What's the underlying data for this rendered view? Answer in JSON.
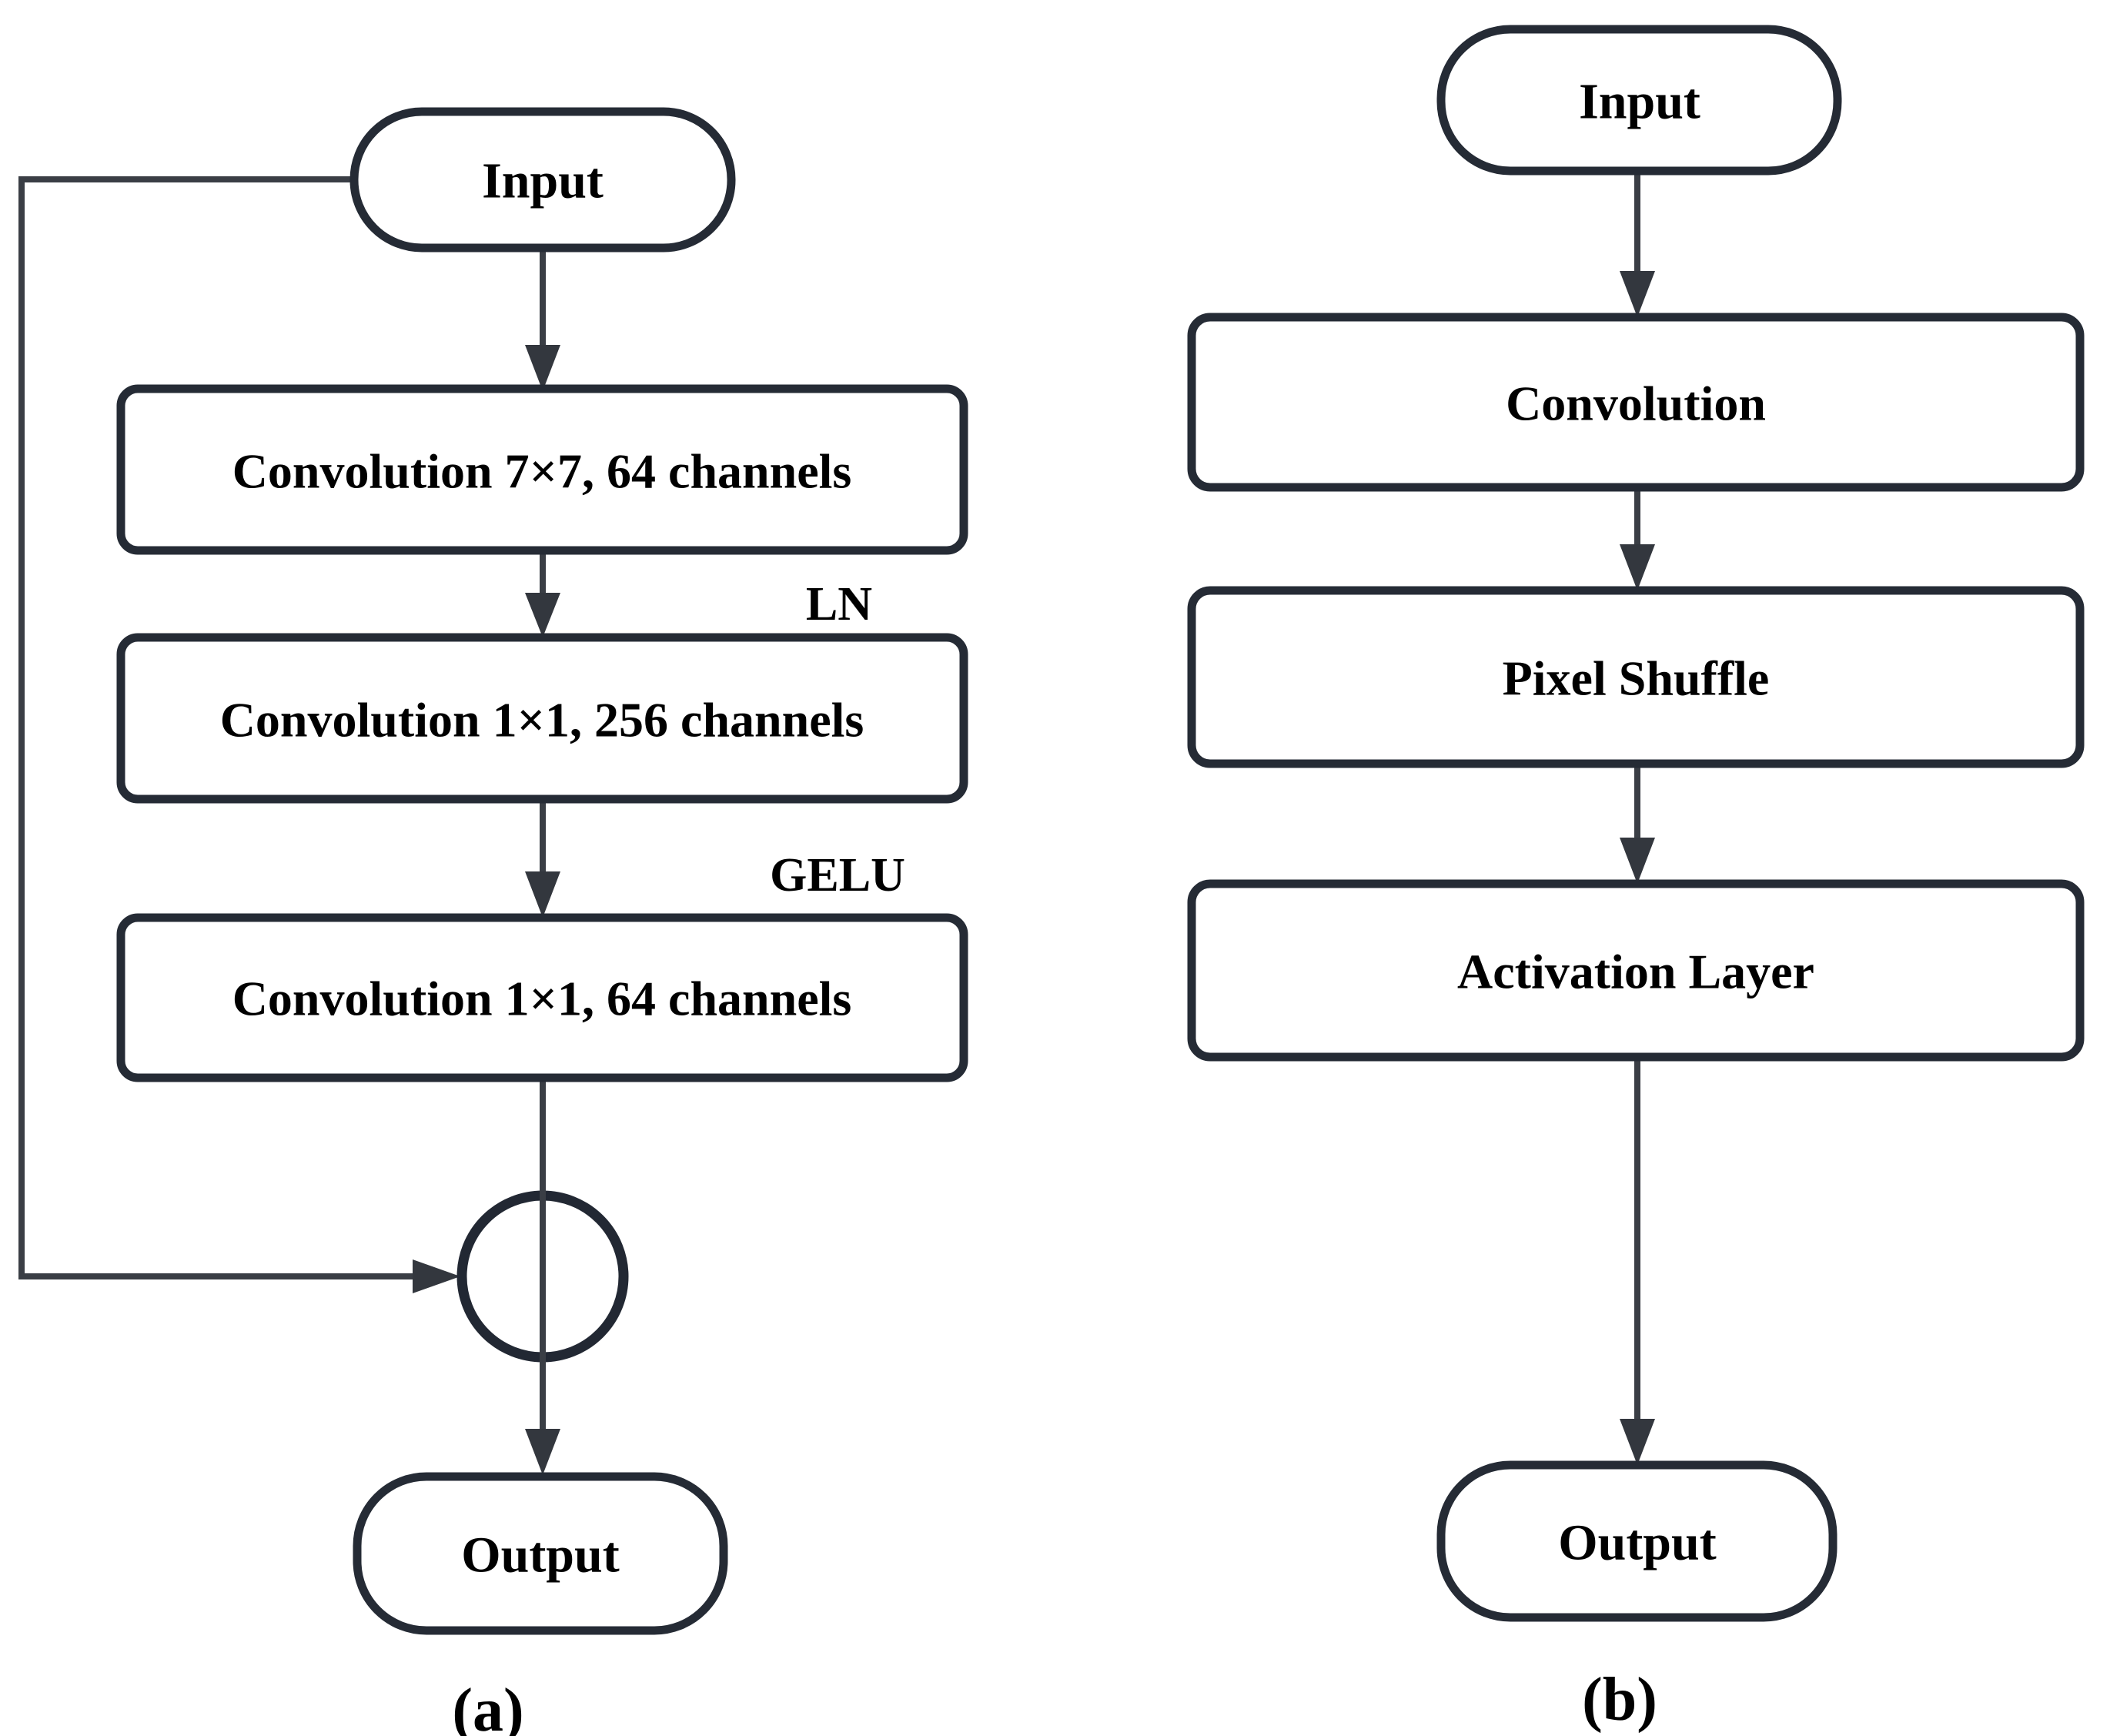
{
  "figure": {
    "description": "Two flowchart panels of neural network blocks",
    "colors": {
      "background": "#ffffff",
      "node_stroke": "#252b35",
      "edge_stroke": "#3a3e45",
      "arrowhead": "#33373e",
      "text": "#000000"
    },
    "panel_a": {
      "caption": "(a)",
      "input_label": "Input",
      "box1": "Convolution 7×7, 64 channels",
      "box2": "Convolution 1×1, 256 channels",
      "box3": "Convolution 1×1, 64 channels",
      "norm_label": "LN",
      "activation_label": "GELU",
      "sum_node": "addition-circle",
      "output_label": "Output"
    },
    "panel_b": {
      "caption": "(b)",
      "input_label": "Input",
      "box1": "Convolution",
      "box2": "Pixel Shuffle",
      "box3": "Activation Layer",
      "output_label": "Output"
    }
  }
}
